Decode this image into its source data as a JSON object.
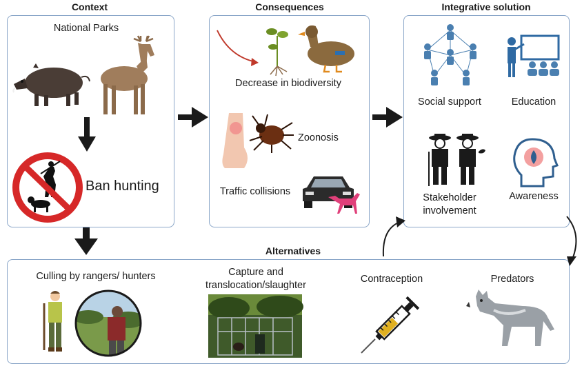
{
  "context": {
    "title": "Context",
    "national_parks": "National Parks",
    "ban_hunting": "Ban hunting"
  },
  "consequences": {
    "title": "Consequences",
    "biodiversity": "Decrease in biodiversity",
    "zoonosis": "Zoonosis",
    "traffic": "Traffic collisions"
  },
  "solution": {
    "title": "Integrative solution",
    "social_support": "Social support",
    "education": "Education",
    "stakeholder_line1": "Stakeholder",
    "stakeholder_line2": "involvement",
    "awareness": "Awareness"
  },
  "alternatives": {
    "title": "Alternatives",
    "culling": "Culling by rangers/ hunters",
    "capture_line1": "Capture and",
    "capture_line2": "translocation/slaughter",
    "contraception": "Contraception",
    "predators": "Predators"
  },
  "colors": {
    "panel_border": "#8aa6c8",
    "arrow": "#1a1a1a",
    "ban_red": "#d62828",
    "accent_blue": "#4a7fb0",
    "zoonosis_pink": "#e0407a"
  }
}
